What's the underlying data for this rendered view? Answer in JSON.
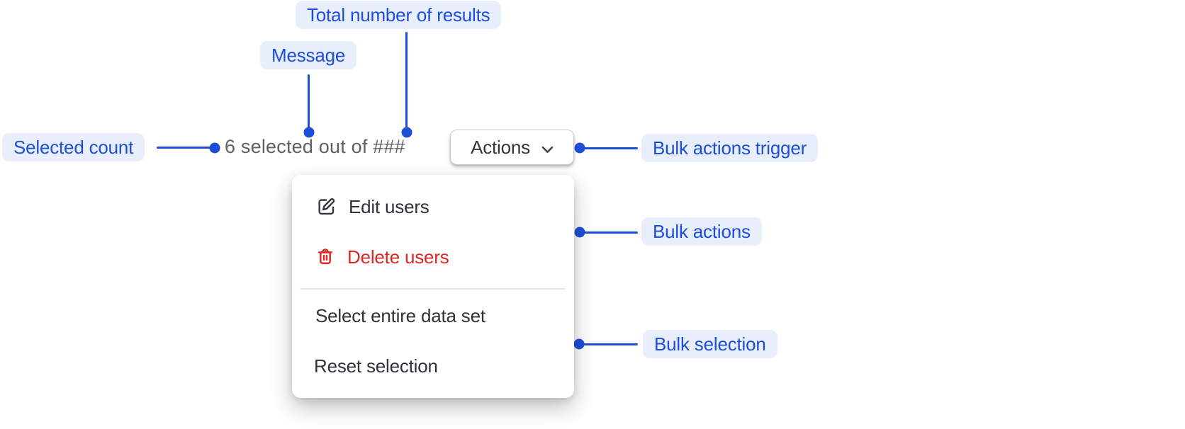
{
  "annotations": {
    "total_results": {
      "label": "Total number of results"
    },
    "message": {
      "label": "Message"
    },
    "selected_count": {
      "label": "Selected count"
    },
    "bulk_actions_trigger": {
      "label": "Bulk actions trigger"
    },
    "bulk_actions": {
      "label": "Bulk actions"
    },
    "bulk_selection": {
      "label": "Bulk selection"
    }
  },
  "selection_bar": {
    "message": "6 selected out of ###",
    "actions_button": {
      "label": "Actions",
      "icon": "chevron-down-icon"
    }
  },
  "bulk_actions_menu": {
    "action_items": [
      {
        "label": "Edit users",
        "icon": "edit-icon",
        "tone": "default"
      },
      {
        "label": "Delete users",
        "icon": "trash-icon",
        "tone": "critical"
      }
    ],
    "selection_items": [
      {
        "label": "Select entire data set"
      },
      {
        "label": "Reset selection"
      }
    ]
  },
  "colors": {
    "annotation_accent": "#1d4ed8",
    "annotation_bg": "#e9eefc",
    "menu_text": "#303439",
    "critical_text": "#e02525",
    "subdued_text": "#5d6066",
    "divider": "#e3e5e7",
    "button_border": "#c9cdd2",
    "surface": "#ffffff"
  }
}
